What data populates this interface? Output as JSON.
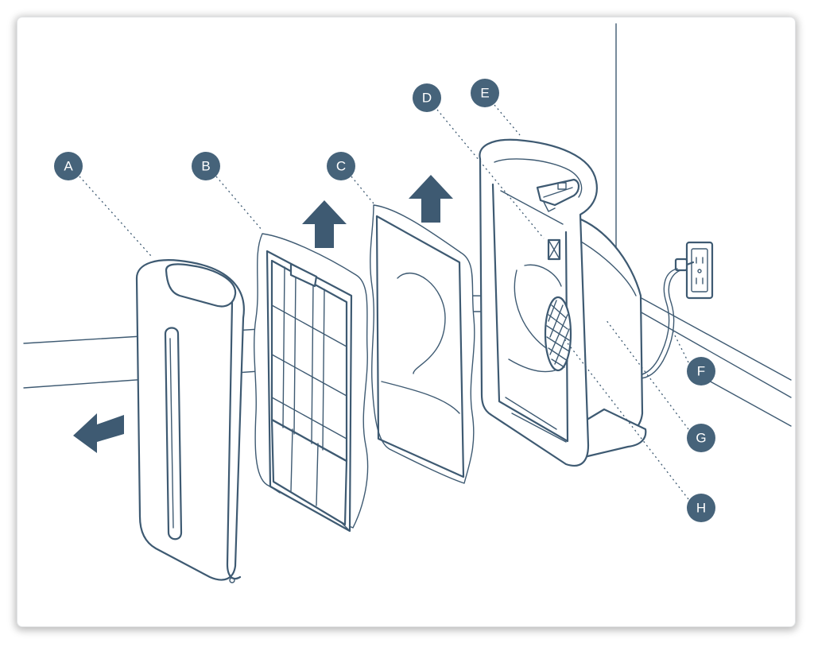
{
  "callouts": [
    {
      "id": "A",
      "label": "A",
      "part": "front-cover"
    },
    {
      "id": "B",
      "label": "B",
      "part": "hepa-filter"
    },
    {
      "id": "C",
      "label": "C",
      "part": "pre-filter"
    },
    {
      "id": "D",
      "label": "D",
      "part": "filter-indicator"
    },
    {
      "id": "E",
      "label": "E",
      "part": "control-panel"
    },
    {
      "id": "F",
      "label": "F",
      "part": "power-cord"
    },
    {
      "id": "G",
      "label": "G",
      "part": "main-unit"
    },
    {
      "id": "H",
      "label": "H",
      "part": "fan"
    }
  ],
  "colors": {
    "ink": "#3e5a72",
    "badge": "#46637a",
    "background": "#ffffff"
  }
}
